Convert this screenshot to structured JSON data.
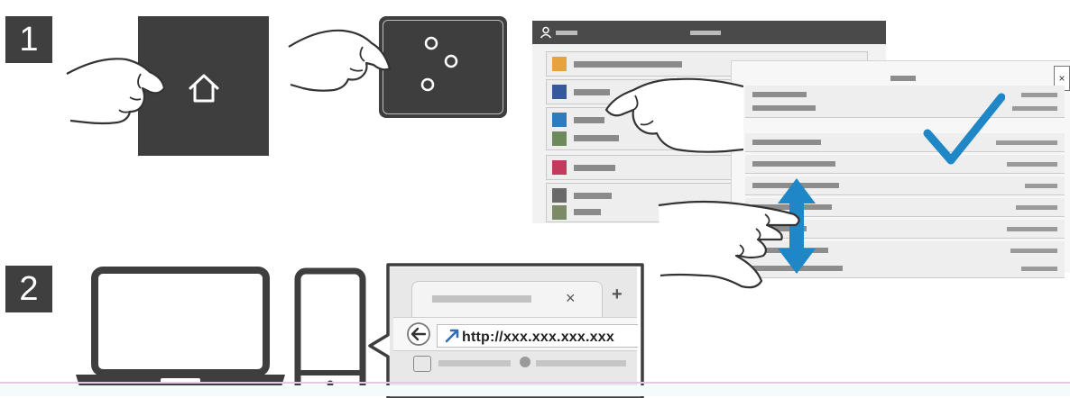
{
  "steps": [
    {
      "number": "1"
    },
    {
      "number": "2"
    }
  ],
  "icons": {
    "home": "home-icon",
    "apps": "three-circles-icon",
    "check": "checkmark-icon",
    "scroll": "up-down-arrow-icon",
    "back": "back-arrow-icon",
    "close": "close-icon",
    "add": "plus-icon"
  },
  "browser": {
    "url": "http://xxx.xxx.xxx.xxx",
    "tab_close": "×",
    "tab_add": "+"
  },
  "dialog": {
    "close": "×"
  },
  "colors": {
    "dark_panel": "#3e3e3e",
    "accent_blue": "#1f87c6",
    "link_blue": "#2f6fb3",
    "footer_line": "#e6c8e6"
  }
}
